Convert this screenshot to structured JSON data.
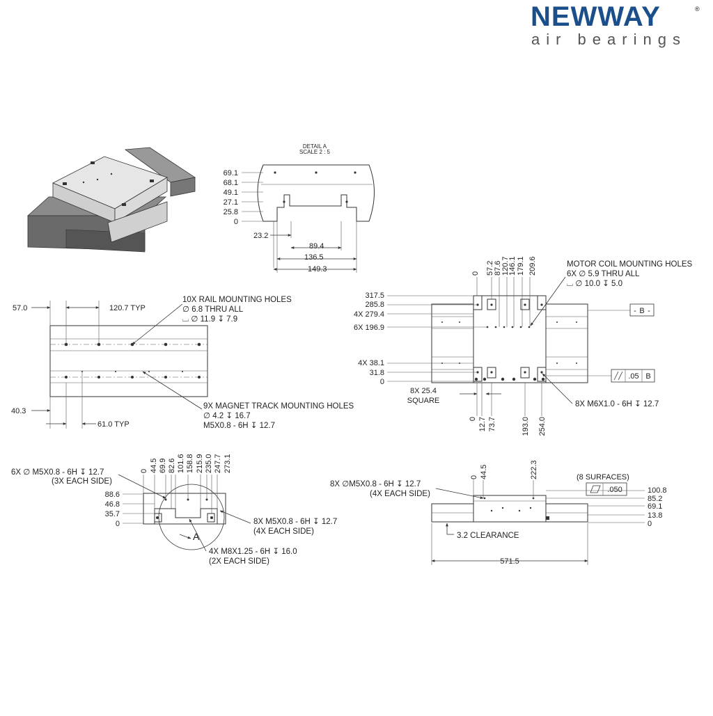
{
  "logo": {
    "brand": "NEWWAY",
    "registered": "®",
    "tagline": "air bearings",
    "color": "#1b4f8c"
  },
  "detail": {
    "title": "DETAIL A",
    "scale": "SCALE 2 : 5",
    "heights": [
      "69.1",
      "68.1",
      "49.1",
      "27.1",
      "25.8",
      "0"
    ],
    "widths": [
      "23.2",
      "89.4",
      "136.5",
      "149.3"
    ]
  },
  "rail": {
    "top_dim": "57.0",
    "typ": "120.7 TYP",
    "rail_note": [
      "10X RAIL MOUNTING HOLES",
      "∅ 6.8 THRU ALL",
      "⌴ ∅ 11.9 ↧ 7.9"
    ],
    "magnet_note": [
      "9X MAGNET TRACK MOUNTING HOLES",
      "∅ 4.2 ↧ 16.7",
      "M5X0.8 - 6H ↧ 12.7"
    ],
    "bottom_dim": "40.3",
    "bottom_typ": "61.0 TYP"
  },
  "plan": {
    "top_dims": [
      "0",
      "57.2",
      "87.6",
      "120.7",
      "146.1",
      "179.1",
      "209.6"
    ],
    "motor_note": [
      "MOTOR COIL MOUNTING HOLES",
      "6X ∅ 5.9 THRU ALL",
      "⌴ ∅ 10.0 ↧ 5.0"
    ],
    "left_dims": [
      "317.5",
      "285.8",
      "4X 279.4",
      "6X 196.9",
      "4X 38.1",
      "31.8",
      "0"
    ],
    "datum_b": "B",
    "flatness_value": ".05",
    "flatness_ref": "B",
    "square": [
      "8X 25.4",
      "SQUARE"
    ],
    "bottom_dims": [
      "0",
      "12.7",
      "73.7",
      "193.0",
      "254.0"
    ],
    "m6_note": "8X M6X1.0 - 6H ↧ 12.7"
  },
  "end_view": {
    "note1": [
      "6X ∅ M5X0.8 - 6H ↧ 12.7",
      "(3X EACH SIDE)"
    ],
    "top_dims": [
      "0",
      "44.5",
      "69.9",
      "82.6",
      "101.6",
      "158.8",
      "215.9",
      "235.0",
      "247.7",
      "273.1"
    ],
    "left_dims": [
      "88.6",
      "46.8",
      "35.7",
      "0"
    ],
    "label_a": "A",
    "note2": [
      "8X M5X0.8 - 6H ↧ 12.7",
      "(4X EACH SIDE)"
    ],
    "note3": [
      "4X M8X1.25 - 6H ↧ 16.0",
      "(2X EACH SIDE)"
    ]
  },
  "side_view": {
    "note1": [
      "8X ∅M5X0.8 - 6H ↧ 12.7",
      "(4X EACH SIDE)"
    ],
    "top_dims": [
      "0",
      "44.5",
      "222.3"
    ],
    "surfaces": "(8 SURFACES)",
    "parallel_value": ".050",
    "right_dims": [
      "100.8",
      "85.2",
      "69.1",
      "13.8",
      "0"
    ],
    "clearance": "3.2 CLEARANCE",
    "length": "571.5"
  }
}
